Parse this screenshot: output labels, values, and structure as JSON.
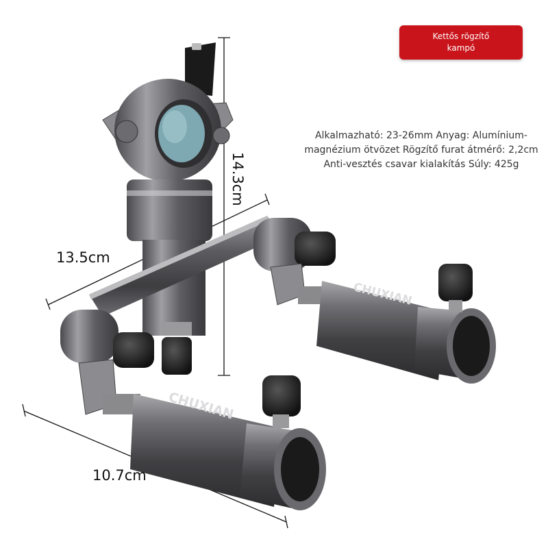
{
  "badge": {
    "text": "Kettős rögzítő kampó",
    "color": "#c9141b"
  },
  "specs": {
    "text": "Alkalmazható: 23-26mm Anyag: Alumínium-magnézium ötvözet Rögzítő furat átmérő: 2,2cm Anti-vesztés csavar kialakítás Súly: 425g"
  },
  "dimensions": {
    "height": "14.3cm",
    "width": "13.5cm",
    "length": "10.7cm"
  },
  "product": {
    "brand_front": "CHUXIAN",
    "brand_back": "CHUXIAN"
  }
}
